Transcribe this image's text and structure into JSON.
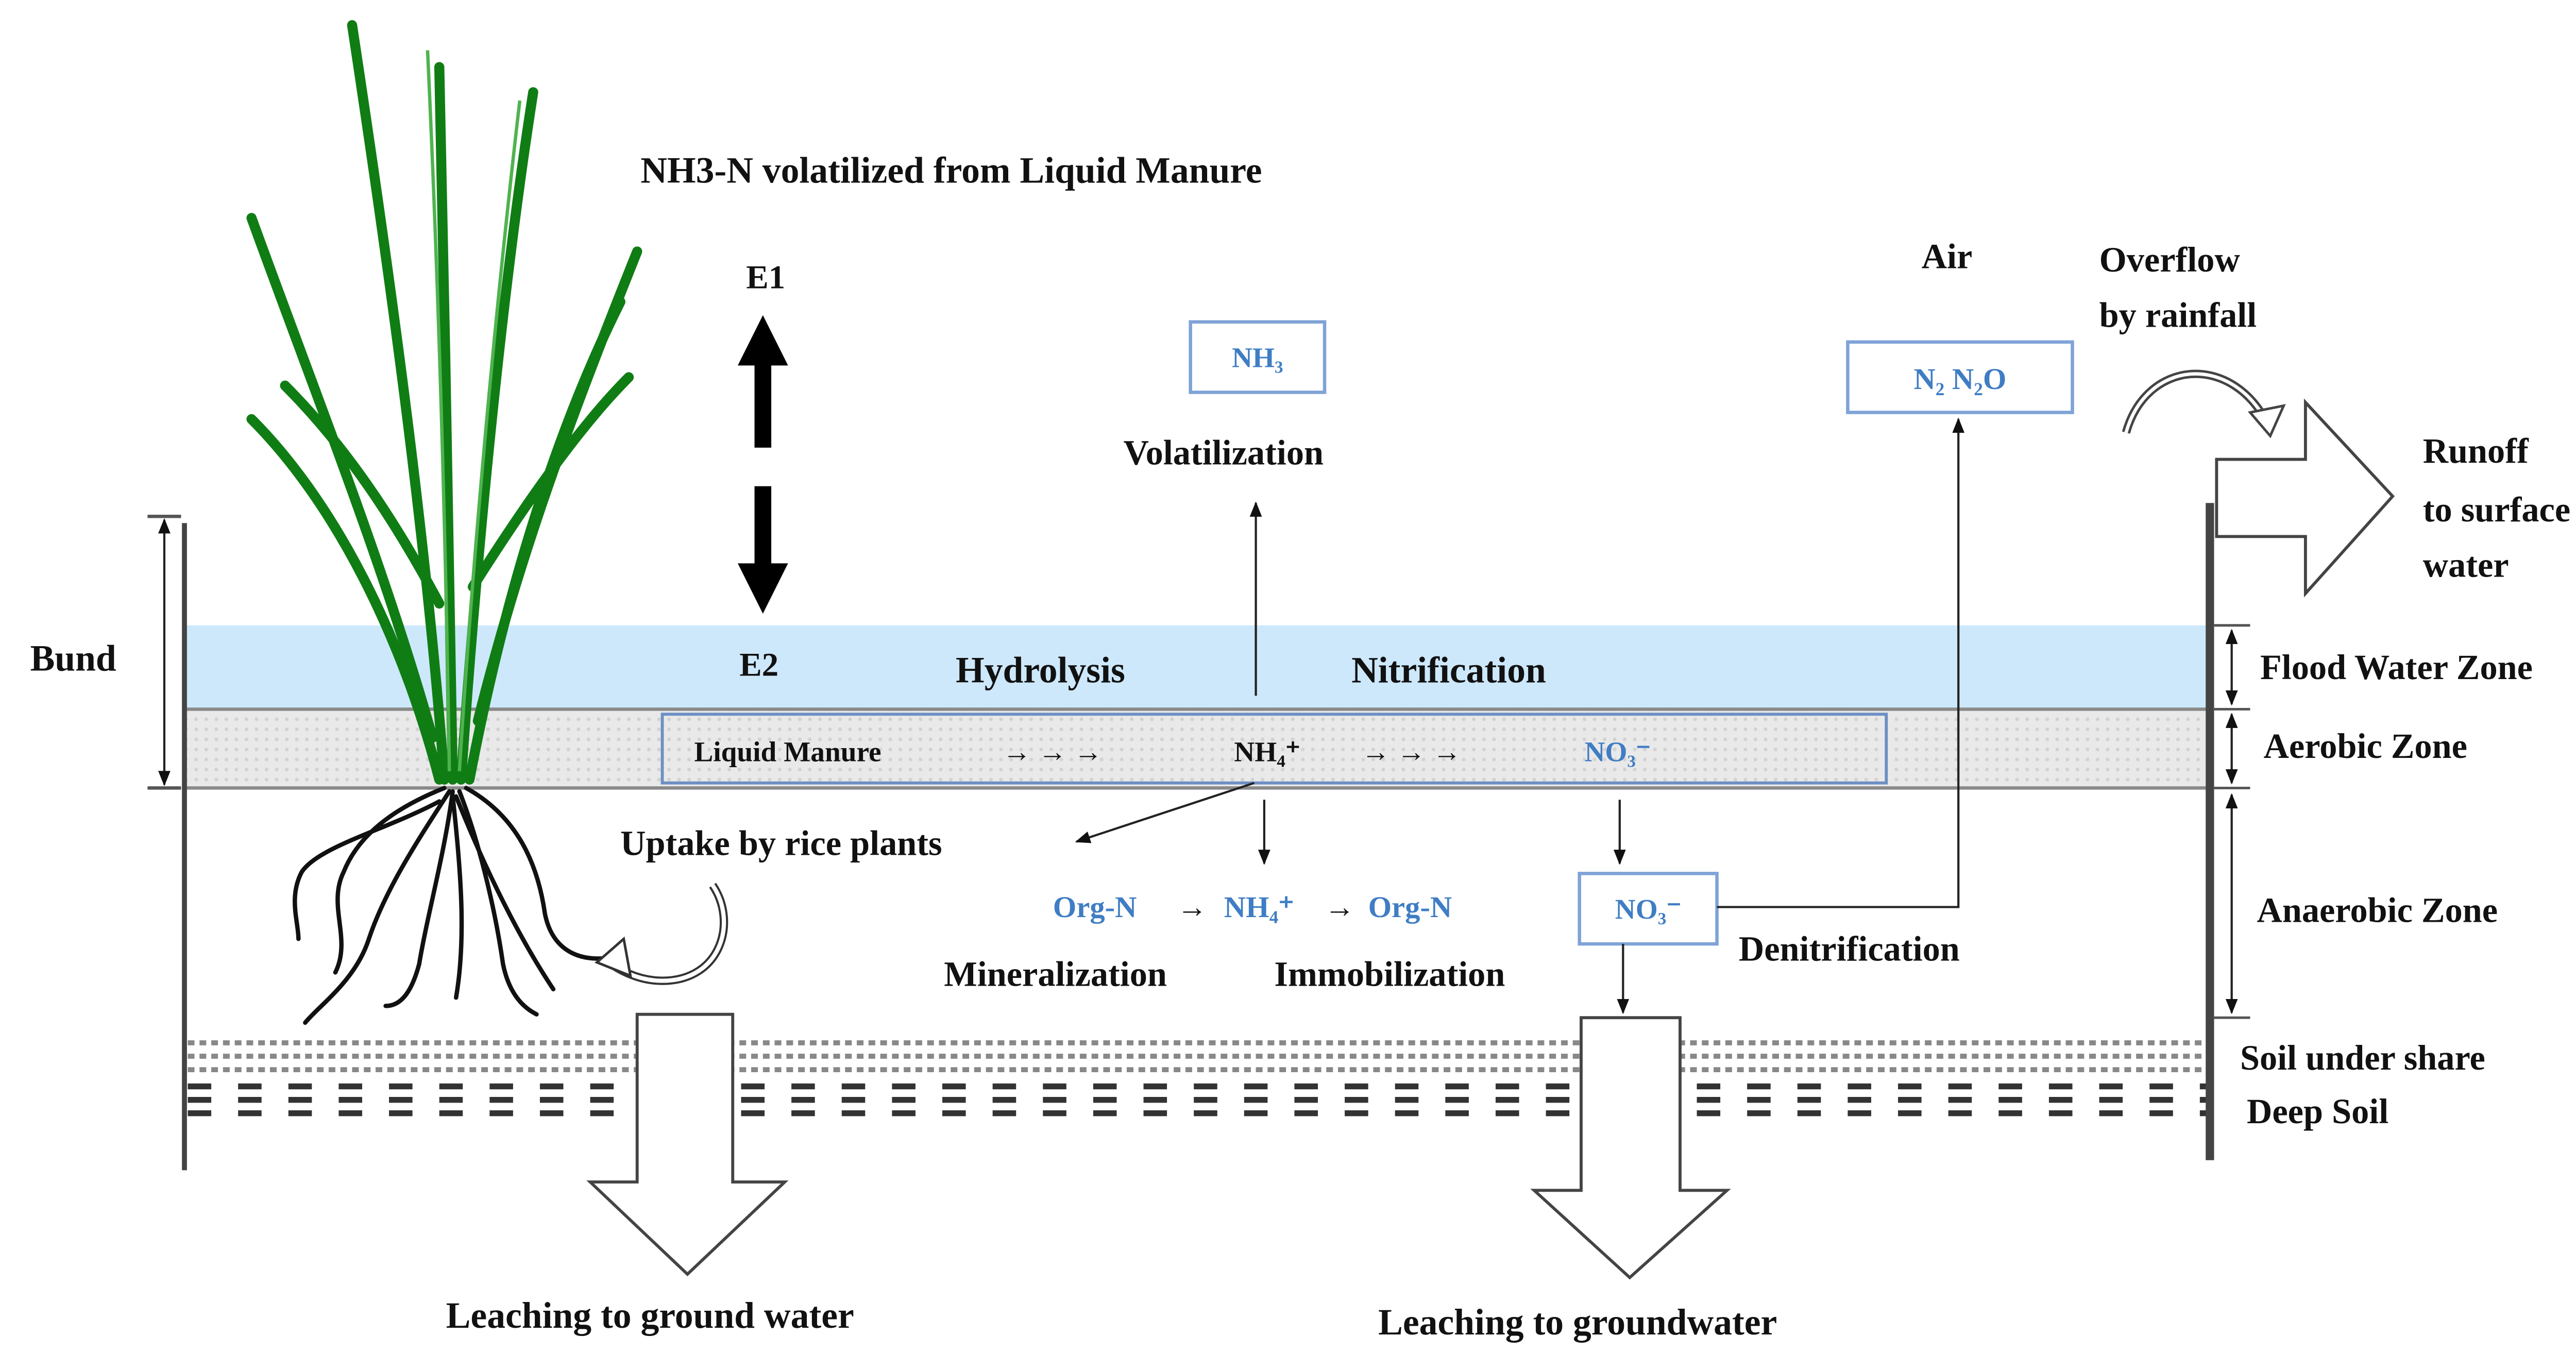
{
  "diagram": {
    "title": "NH3-N volatilized from Liquid Manure",
    "labels": {
      "e1": "E1",
      "e2": "E2",
      "bund": "Bund",
      "volatilization": "Volatilization",
      "hydrolysis": "Hydrolysis",
      "nitrification": "Nitrification",
      "air": "Air",
      "overflow_line1": "Overflow",
      "overflow_line2": "by rainfall",
      "runoff_line1": "Runoff",
      "runoff_line2": "to surface",
      "runoff_line3": "water",
      "uptake": "Uptake by rice plants",
      "mineralization": "Mineralization",
      "immobilization": "Immobilization",
      "denitrification": "Denitrification",
      "leaching_left": "Leaching to ground  water",
      "leaching_right": "Leaching to groundwater"
    },
    "boxes": {
      "nh3": "NH₃",
      "n2_n2o": "N₂  N₂O",
      "no3_box": "NO₃⁻"
    },
    "manure_chain": {
      "source": "Liquid  Manure",
      "arrows": "→  →  →",
      "nh4": "NH₄⁺",
      "no3": "NO₃⁻"
    },
    "org_chain": {
      "org_n_1": "Org-N",
      "arrow": "→",
      "nh4": "NH₄⁺",
      "org_n_2": "Org-N"
    },
    "zones": [
      {
        "id": "flood-water",
        "label": "Flood Water Zone"
      },
      {
        "id": "aerobic",
        "label": "Aerobic Zone"
      },
      {
        "id": "anaerobic",
        "label": "Anaerobic Zone"
      },
      {
        "id": "soil-under-share",
        "label": "Soil under share"
      },
      {
        "id": "deep-soil",
        "label": "Deep Soil"
      }
    ],
    "colors": {
      "flood_water": "#cde8fb",
      "aerobic_soil": "#e6e6e6",
      "plant": "#0f7d14",
      "chem_text": "#3f7dc4",
      "box_border": "#7fa3d6"
    }
  }
}
